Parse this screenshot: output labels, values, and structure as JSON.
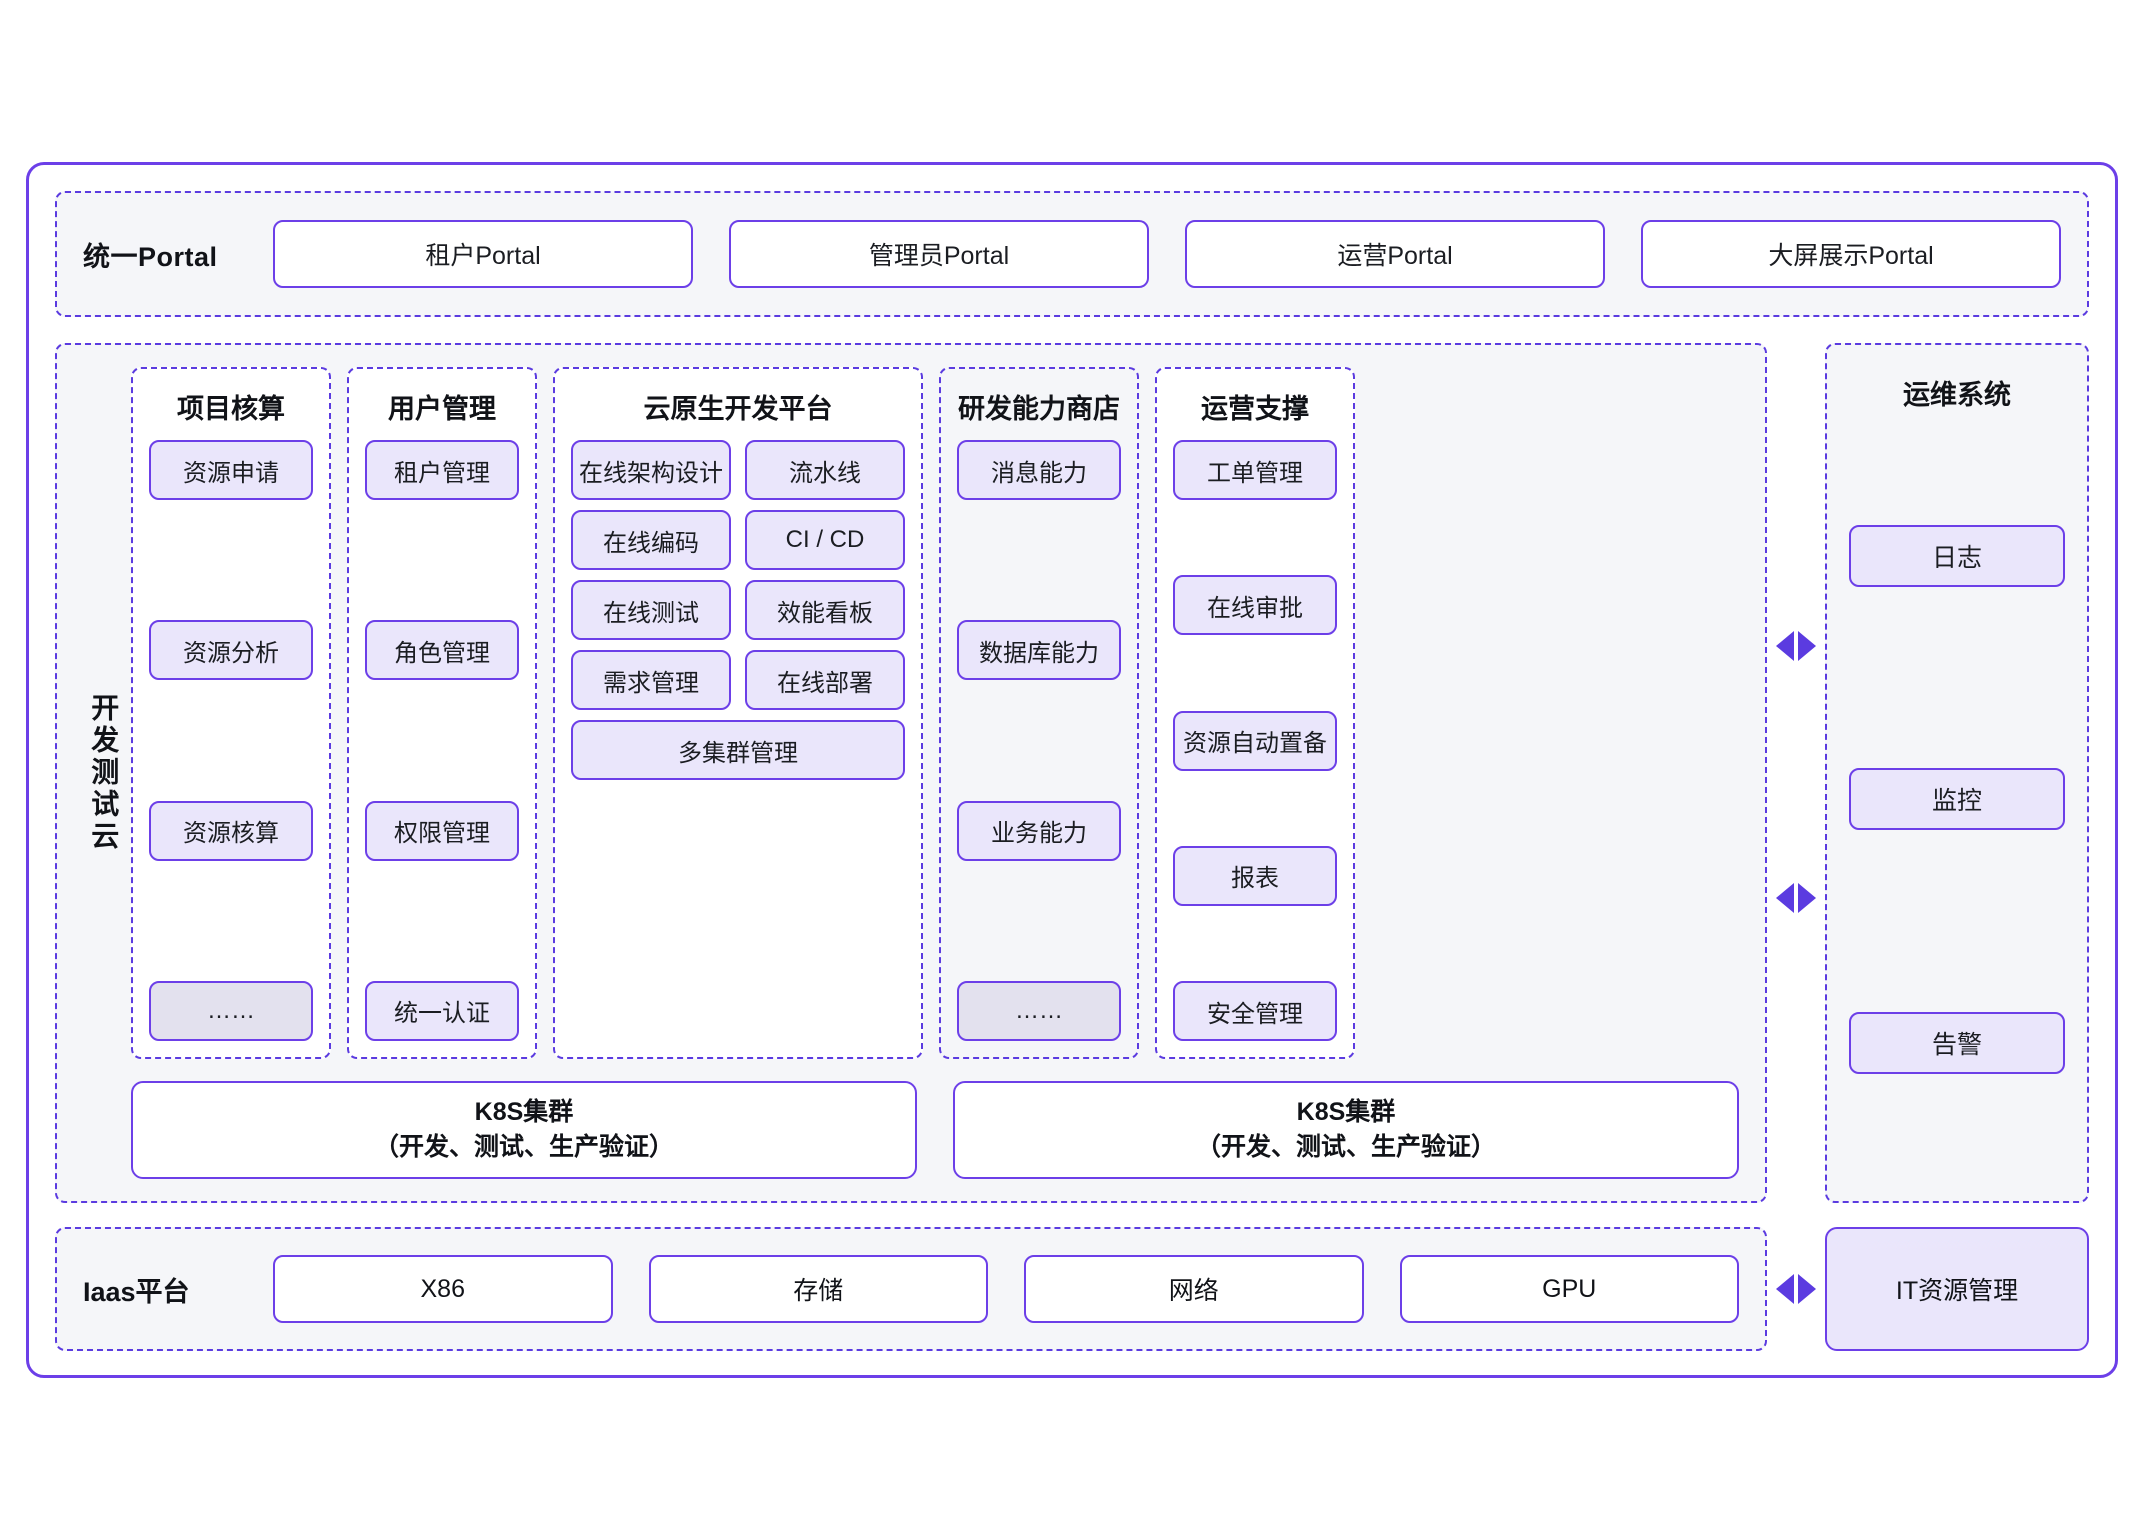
{
  "portal": {
    "label": "统一Portal",
    "items": [
      "租户Portal",
      "管理员Portal",
      "运营Portal",
      "大屏展示Portal"
    ]
  },
  "cloud": {
    "side_label": "开发测试云",
    "columns": [
      {
        "title": "项目核算",
        "items": [
          "资源申请",
          "资源分析",
          "资源核算",
          "……"
        ]
      },
      {
        "title": "用户管理",
        "items": [
          "租户管理",
          "角色管理",
          "权限管理",
          "统一认证"
        ]
      },
      {
        "title": "云原生开发平台",
        "rows": [
          [
            "在线架构设计",
            "流水线"
          ],
          [
            "在线编码",
            "CI / CD"
          ],
          [
            "在线测试",
            "效能看板"
          ],
          [
            "需求管理",
            "在线部署"
          ]
        ],
        "full_row": "多集群管理"
      },
      {
        "title": "研发能力商店",
        "items": [
          "消息能力",
          "数据库能力",
          "业务能力",
          "……"
        ]
      },
      {
        "title": "运营支撑",
        "items": [
          "工单管理",
          "在线审批",
          "资源自动置备",
          "报表",
          "安全管理"
        ]
      }
    ],
    "k8s": [
      {
        "line1": "K8S集群",
        "line2": "（开发、测试、生产验证）"
      },
      {
        "line1": "K8S集群",
        "line2": "（开发、测试、生产验证）"
      }
    ]
  },
  "ops": {
    "title": "运维系统",
    "items": [
      "日志",
      "监控",
      "告警"
    ]
  },
  "iaas": {
    "label": "Iaas平台",
    "items": [
      "X86",
      "存储",
      "网络",
      "GPU"
    ],
    "it_resource": "IT资源管理"
  },
  "colors": {
    "accent": "#6C3FE8",
    "dashed": "#5B3BE0",
    "chip_fill": "#EAE6FB",
    "chip_fill_dim": "#E3E1EE",
    "panel_bg": "#F5F6F9",
    "page_bg": "#FFFFFF"
  }
}
